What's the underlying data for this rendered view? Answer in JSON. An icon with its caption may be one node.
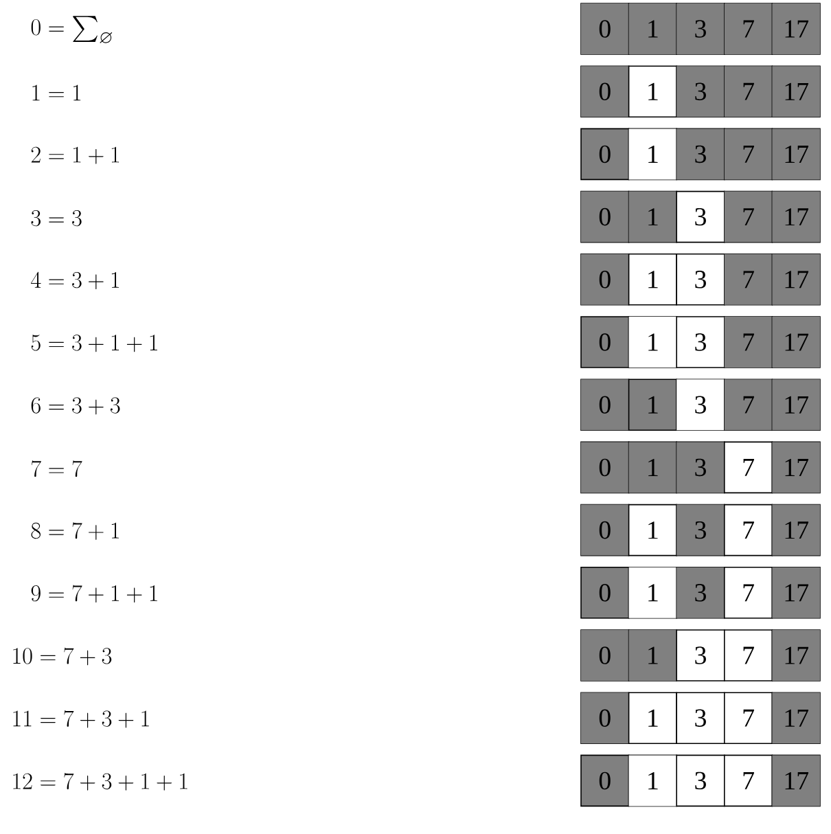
{
  "diagram": {
    "nodes": [
      {
        "text": [
          "0"
        ]
      },
      {
        "text": [
          "1"
        ]
      },
      {
        "text": [
          "3"
        ]
      },
      {
        "text": [
          "7"
        ]
      },
      {
        "text": [
          "17"
        ]
      },
      {
        "text": [
          "0"
        ]
      },
      {
        "text": [
          "1"
        ]
      },
      {
        "text": [
          "3"
        ]
      },
      {
        "text": [
          "7"
        ]
      },
      {
        "text": [
          "17"
        ]
      },
      {
        "text": [
          "0"
        ]
      },
      {
        "text": [
          "1"
        ]
      },
      {
        "text": [
          "3"
        ]
      },
      {
        "text": [
          "7"
        ]
      },
      {
        "text": [
          "17"
        ]
      },
      {
        "text": [
          "0"
        ]
      },
      {
        "text": [
          "1"
        ]
      },
      {
        "text": [
          "3"
        ]
      },
      {
        "text": [
          "7"
        ]
      },
      {
        "text": [
          "17"
        ]
      },
      {
        "text": [
          "0"
        ]
      },
      {
        "text": [
          "1"
        ]
      },
      {
        "text": [
          "3"
        ]
      },
      {
        "text": [
          "7"
        ]
      },
      {
        "text": [
          "17"
        ]
      },
      {
        "text": [
          "0"
        ]
      },
      {
        "text": [
          "1"
        ]
      },
      {
        "text": [
          "3"
        ]
      },
      {
        "text": [
          "7"
        ]
      },
      {
        "text": [
          "17"
        ]
      },
      {
        "text": [
          "0"
        ]
      },
      {
        "text": [
          "1"
        ]
      },
      {
        "text": [
          "3"
        ]
      },
      {
        "text": [
          "7"
        ]
      },
      {
        "text": [
          "17"
        ]
      },
      {
        "text": [
          "0"
        ]
      },
      {
        "text": [
          "1"
        ]
      },
      {
        "text": [
          "3"
        ]
      },
      {
        "text": [
          "7"
        ]
      },
      {
        "text": [
          "17"
        ]
      },
      {
        "text": [
          "0"
        ]
      },
      {
        "text": [
          "1"
        ]
      },
      {
        "text": [
          "3"
        ]
      },
      {
        "text": [
          "7"
        ]
      },
      {
        "text": [
          "17"
        ]
      },
      {
        "text": [
          "0"
        ]
      },
      {
        "text": [
          "1"
        ]
      },
      {
        "text": [
          "3"
        ]
      },
      {
        "text": [
          "7"
        ]
      },
      {
        "text": [
          "17"
        ]
      },
      {
        "text": [
          "0"
        ]
      },
      {
        "text": [
          "1"
        ]
      },
      {
        "text": [
          "3"
        ]
      },
      {
        "text": [
          "7"
        ]
      },
      {
        "text": [
          "17"
        ]
      },
      {
        "text": [
          "0"
        ]
      },
      {
        "text": [
          "1"
        ]
      },
      {
        "text": [
          "3"
        ]
      },
      {
        "text": [
          "7"
        ]
      },
      {
        "text": [
          "17"
        ]
      },
      {
        "text": [
          "0"
        ]
      },
      {
        "text": [
          "1"
        ]
      },
      {
        "text": [
          "3"
        ]
      },
      {
        "text": [
          "7"
        ]
      },
      {
        "text": [
          "17"
        ]
      }
    ],
    "labels": [
      "0 = \\sum_{\\varnothing}",
      "1 = 1",
      "2 = 1 + 1",
      "3 = 3",
      "4 = 3 + 1",
      "5 = 3 + 1 + 1",
      "6 = 3 + 3",
      "7 = 7",
      "8 = 7 + 1",
      "9 = 7 + 1 + 1",
      "10 = 7 + 3",
      "11 = 7 + 3 + 1",
      "12 = 7 + 3 + 1 + 1"
    ]
  }
}
